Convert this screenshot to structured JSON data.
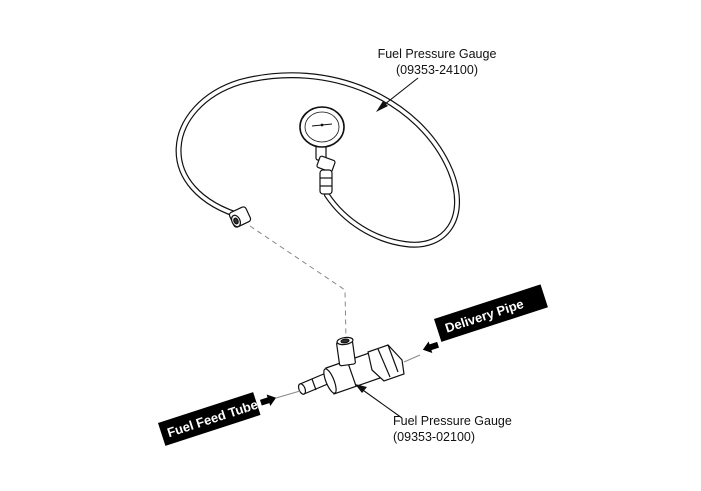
{
  "labels": {
    "gauge_name": "Fuel Pressure Gauge",
    "gauge_part": "(09353-24100)",
    "adapter_name": "Fuel Pressure Gauge",
    "adapter_part": "(09353-02100)",
    "delivery_pipe": "Delivery Pipe",
    "fuel_feed_tube": "Fuel Feed Tube"
  },
  "colors": {
    "ink": "#111111",
    "tag_background": "#000000",
    "tag_text": "#ffffff",
    "leader_dashed": "#888888"
  },
  "icons": {
    "arrow_into_delivery": "left-arrow-icon",
    "arrow_into_feed": "right-arrow-icon"
  }
}
